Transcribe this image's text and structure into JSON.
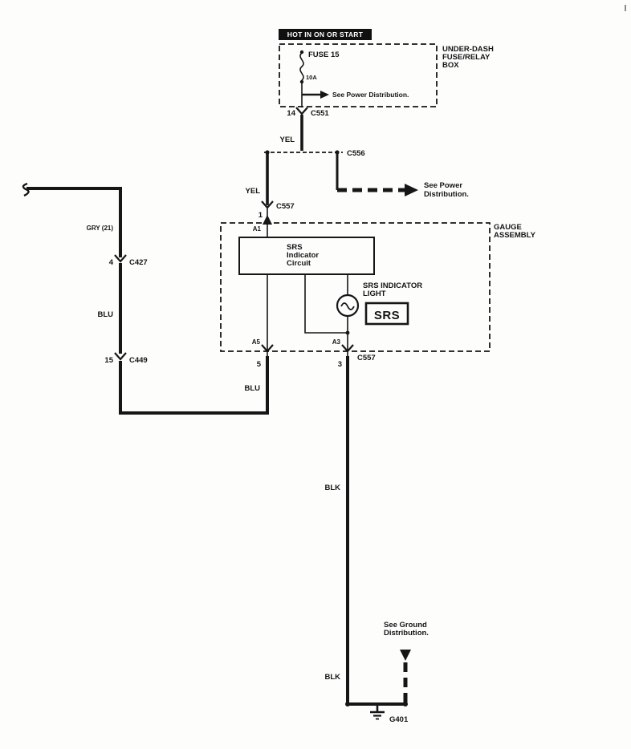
{
  "diagram": {
    "type": "automotive-wiring-diagram",
    "subject": "SRS indicator light circuit"
  },
  "labels": {
    "hot_banner": "HOT IN ON OR START",
    "underdash_1": "UNDER-DASH",
    "underdash_2": "FUSE/RELAY",
    "underdash_3": "BOX",
    "fuse_name": "FUSE 15",
    "fuse_rating": "10A",
    "see_power_top": "See Power Distribution.",
    "pin_14": "14",
    "c551": "C551",
    "yel_upper": "YEL",
    "c556": "C556",
    "yel_lower": "YEL",
    "see_power_right_1": "See Power",
    "see_power_right_2": "Distribution.",
    "pin_1": "1",
    "c557_top": "C557",
    "a1": "A1",
    "gauge_1": "GAUGE",
    "gauge_2": "ASSEMBLY",
    "srs_circ_1": "SRS",
    "srs_circ_2": "Indicator",
    "srs_circ_3": "Circuit",
    "srs_ind_1": "SRS INDICATOR",
    "srs_ind_2": "LIGHT",
    "srs_badge": "SRS",
    "a5": "A5",
    "a3": "A3",
    "pin_5": "5",
    "pin_3": "3",
    "c557_bottom": "C557",
    "blu_center": "BLU",
    "gry": "GRY (21)",
    "pin_4": "4",
    "c427": "C427",
    "blu_left": "BLU",
    "pin_15": "15",
    "c449": "C449",
    "blk_upper": "BLK",
    "see_ground_1": "See Ground",
    "see_ground_2": "Distribution.",
    "blk_lower": "BLK",
    "g401": "G401"
  }
}
